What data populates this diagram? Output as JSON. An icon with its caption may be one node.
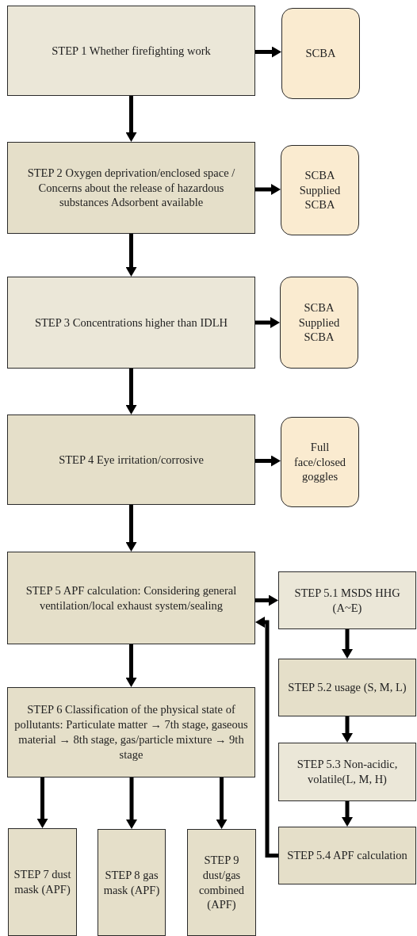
{
  "diagram": {
    "nodes": [
      {
        "text": [
          "STEP 1 Whether firefighting work"
        ]
      },
      {
        "text": [
          "SCBA"
        ]
      },
      {
        "text": [
          "STEP 2 Oxygen deprivation/enclosed space / Concerns about the release of hazardous substances Adsorbent available"
        ]
      },
      {
        "text": [
          "SCBA Supplied SCBA"
        ]
      },
      {
        "text": [
          "STEP 3 Concentrations higher than IDLH"
        ]
      },
      {
        "text": [
          "SCBA Supplied SCBA"
        ]
      },
      {
        "text": [
          "STEP 4 Eye irritation/corrosive"
        ]
      },
      {
        "text": [
          "Full face/closed goggles"
        ]
      },
      {
        "text": [
          "STEP 5 APF calculation: Considering general ventilation/local exhaust system/sealing"
        ]
      },
      {
        "text": [
          "STEP 5.1 MSDS HHG (A~E)"
        ]
      },
      {
        "text": [
          "STEP 6 Classification of the physical state of pollutants: Particulate matter → 7th stage, gaseous material → 8th stage, gas/particle mixture → 9th stage"
        ]
      },
      {
        "text": [
          "STEP 5.2 usage (S, M, L)"
        ]
      },
      {
        "text": [
          "STEP 5.3 Non-acidic, volatile(L, M, H)"
        ]
      },
      {
        "text": [
          "STEP 5.4 APF calculation"
        ]
      },
      {
        "text": [
          "STEP 7 dust mask (APF)"
        ]
      },
      {
        "text": [
          "STEP 8 gas mask (APF)"
        ]
      },
      {
        "text": [
          "STEP 9 dust/gas combined (APF)"
        ]
      }
    ],
    "edges": [
      {
        "from": 0,
        "to": 1,
        "arrow": "to"
      },
      {
        "from": 0,
        "to": 2,
        "arrow": "to"
      },
      {
        "from": 2,
        "to": 3,
        "arrow": "to"
      },
      {
        "from": 2,
        "to": 4,
        "arrow": "to"
      },
      {
        "from": 4,
        "to": 5,
        "arrow": "to"
      },
      {
        "from": 4,
        "to": 6,
        "arrow": "to"
      },
      {
        "from": 6,
        "to": 7,
        "arrow": "to"
      },
      {
        "from": 6,
        "to": 8,
        "arrow": "to"
      },
      {
        "from": 8,
        "to": 9,
        "arrow": "to"
      },
      {
        "from": 8,
        "to": 10,
        "arrow": "to"
      },
      {
        "from": 9,
        "to": 11,
        "arrow": "to"
      },
      {
        "from": 11,
        "to": 12,
        "arrow": "to"
      },
      {
        "from": 12,
        "to": 13,
        "arrow": "to"
      },
      {
        "from": 13,
        "to": 8,
        "arrow": "to"
      },
      {
        "from": 10,
        "to": 14,
        "arrow": "to"
      },
      {
        "from": 10,
        "to": 15,
        "arrow": "to"
      },
      {
        "from": 10,
        "to": 16,
        "arrow": "to"
      }
    ]
  }
}
